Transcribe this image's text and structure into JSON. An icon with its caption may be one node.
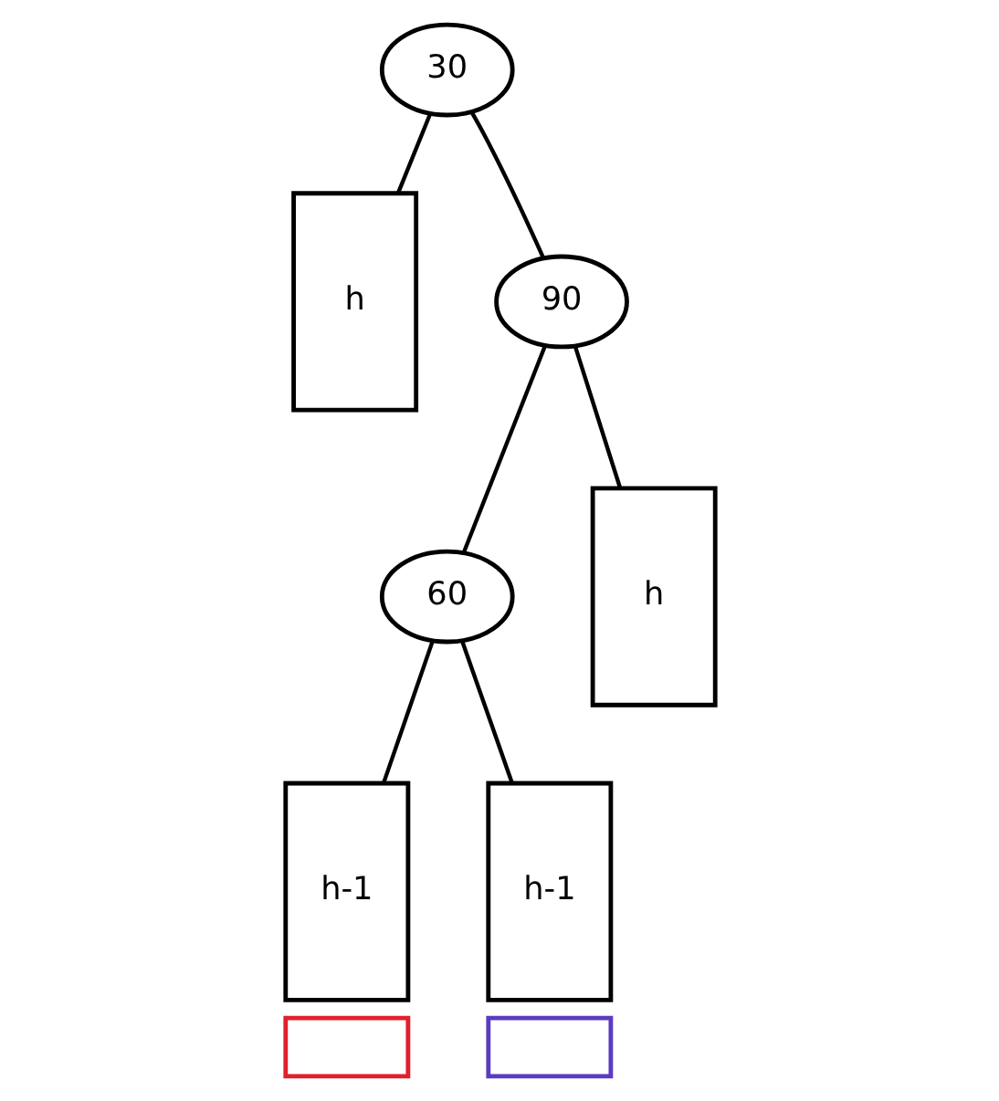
{
  "diagram": {
    "nodes": [
      {
        "text": [
          "30"
        ]
      },
      {
        "text": [
          "h"
        ]
      },
      {
        "text": [
          "90"
        ]
      },
      {
        "text": [
          "h"
        ]
      },
      {
        "text": [
          "60"
        ]
      },
      {
        "text": [
          "h-1"
        ]
      },
      {
        "text": [
          "h-1"
        ]
      },
      {
        "text": [],
        "shape": "box"
      },
      {
        "text": [],
        "shape": "box"
      }
    ],
    "edges": [
      {
        "from": 0,
        "to": 1,
        "arrow": "none"
      },
      {
        "from": 0,
        "to": 2,
        "arrow": "none"
      },
      {
        "from": 2,
        "to": 4,
        "arrow": "none"
      },
      {
        "from": 2,
        "to": 3,
        "arrow": "none"
      },
      {
        "from": 4,
        "to": 5,
        "arrow": "none"
      },
      {
        "from": 4,
        "to": 6,
        "arrow": "none"
      }
    ]
  }
}
